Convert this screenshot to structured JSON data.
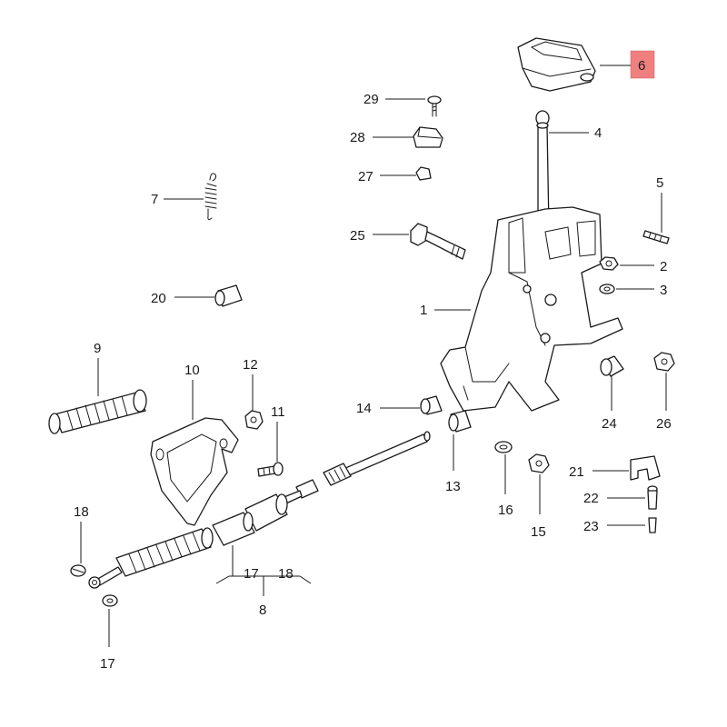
{
  "highlight_color": "#f08080",
  "highlighted_callout": "6",
  "callouts": {
    "c1": "1",
    "c2": "2",
    "c3": "3",
    "c4": "4",
    "c5": "5",
    "c6": "6",
    "c7": "7",
    "c8": "8",
    "c9": "9",
    "c10": "10",
    "c11": "11",
    "c12": "12",
    "c13": "13",
    "c14": "14",
    "c15": "15",
    "c16": "16",
    "c17a": "17",
    "c17b": "17",
    "c18a": "18",
    "c18b": "18",
    "c20": "20",
    "c21": "21",
    "c22": "22",
    "c23": "23",
    "c24": "24",
    "c25": "25",
    "c26": "26",
    "c27": "27",
    "c28": "28",
    "c29": "29"
  }
}
